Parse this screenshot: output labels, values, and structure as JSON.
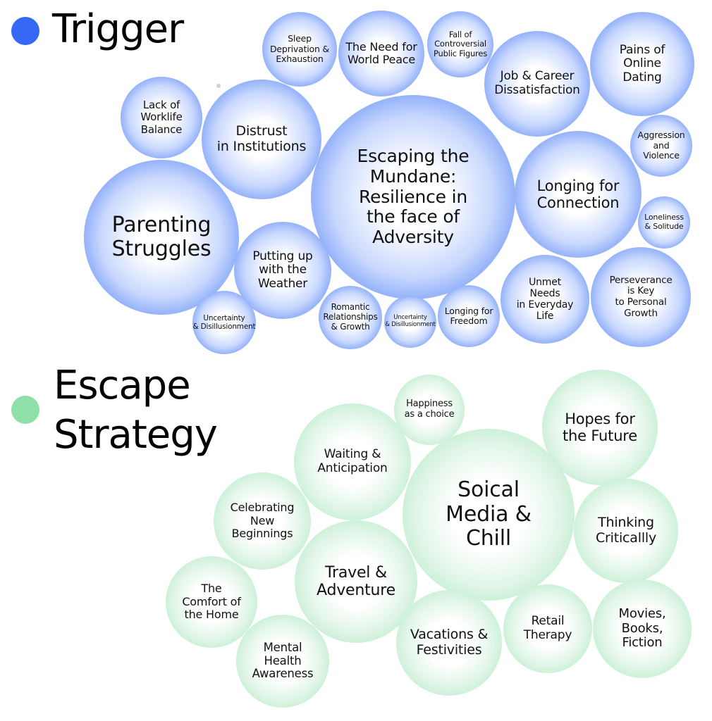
{
  "legend": {
    "trigger": {
      "title": "Trigger",
      "color": "#3568f4"
    },
    "escape": {
      "title_line1": "Escape",
      "title_line2": "Strategy",
      "color": "#8fe0a8"
    }
  },
  "chart_data": {
    "type": "bubble",
    "groups": [
      {
        "name": "Trigger",
        "color": "#3568f4",
        "items": [
          {
            "label": "Sleep\nDeprivation &\nExhaustion"
          },
          {
            "label": "The Need for\nWorld Peace"
          },
          {
            "label": "Fall of\nControversial\nPublic Figures"
          },
          {
            "label": "Job & Career\nDissatisfaction"
          },
          {
            "label": "Pains of\nOnline\nDating"
          },
          {
            "label": "Lack of\nWorklife\nBalance"
          },
          {
            "label": "Distrust\nin Institutions"
          },
          {
            "label": "Escaping the\nMundane:\nResilience in\nthe face of\nAdversity"
          },
          {
            "label": "Aggression\nand\nViolence"
          },
          {
            "label": "Longing for\nConnection"
          },
          {
            "label": "Loneliness\n& Solitude"
          },
          {
            "label": "Parenting\nStruggles"
          },
          {
            "label": "Putting up\nwith the\nWeather"
          },
          {
            "label": "Uncertainty\n& Disillusionment"
          },
          {
            "label": "Romantic\nRelationships\n& Growth"
          },
          {
            "label": "Uncertainty\n& Disillusionment"
          },
          {
            "label": "Longing for\nFreedom"
          },
          {
            "label": "Unmet\nNeeds\nin Everyday\nLife"
          },
          {
            "label": "Perseverance\nis Key\nto Personal\nGrowth"
          }
        ]
      },
      {
        "name": "Escape Strategy",
        "color": "#8fe0a8",
        "items": [
          {
            "label": "Happiness\nas a choice"
          },
          {
            "label": "Hopes for\nthe Future"
          },
          {
            "label": "Waiting &\nAnticipation"
          },
          {
            "label": "Soical\nMedia &\nChill"
          },
          {
            "label": "Celebrating\nNew\nBeginnings"
          },
          {
            "label": "Thinking\nCriticallly"
          },
          {
            "label": "Travel &\nAdventure"
          },
          {
            "label": "The\nComfort of\nthe Home"
          },
          {
            "label": "Vacations &\nFestivities"
          },
          {
            "label": "Retail\nTherapy"
          },
          {
            "label": "Movies,\nBooks,\nFiction"
          },
          {
            "label": "Mental\nHealth\nAwareness"
          }
        ]
      }
    ]
  }
}
